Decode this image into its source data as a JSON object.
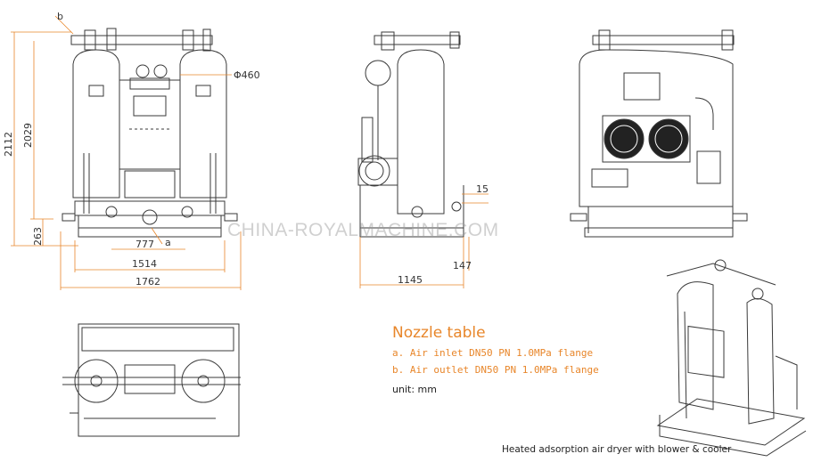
{
  "front_view": {
    "marker_b": "b",
    "marker_a": "a",
    "dim_total_height": "2112",
    "dim_height": "2029",
    "dim_base_height": "263",
    "dim_inlet_center": "777",
    "dim_frame_width": "1514",
    "dim_total_width": "1762",
    "dim_vessel_diameter": "Φ460"
  },
  "side_view": {
    "dim_depth": "1145",
    "dim_offset": "147",
    "dim_nozzle": "15"
  },
  "nozzle_table": {
    "title": "Nozzle table",
    "items": [
      "a. Air inlet DN50 PN 1.0MPa flange",
      "b. Air outlet DN50 PN 1.0MPa flange"
    ],
    "unit": "unit: mm"
  },
  "caption": "Heated adsorption air dryer with blower & cooler",
  "watermark": "CHINA-ROYALMACHINE.COM",
  "colors": {
    "line": "#3a3a3a",
    "dimension": "#e8862a",
    "accent_text": "#e8862a"
  }
}
